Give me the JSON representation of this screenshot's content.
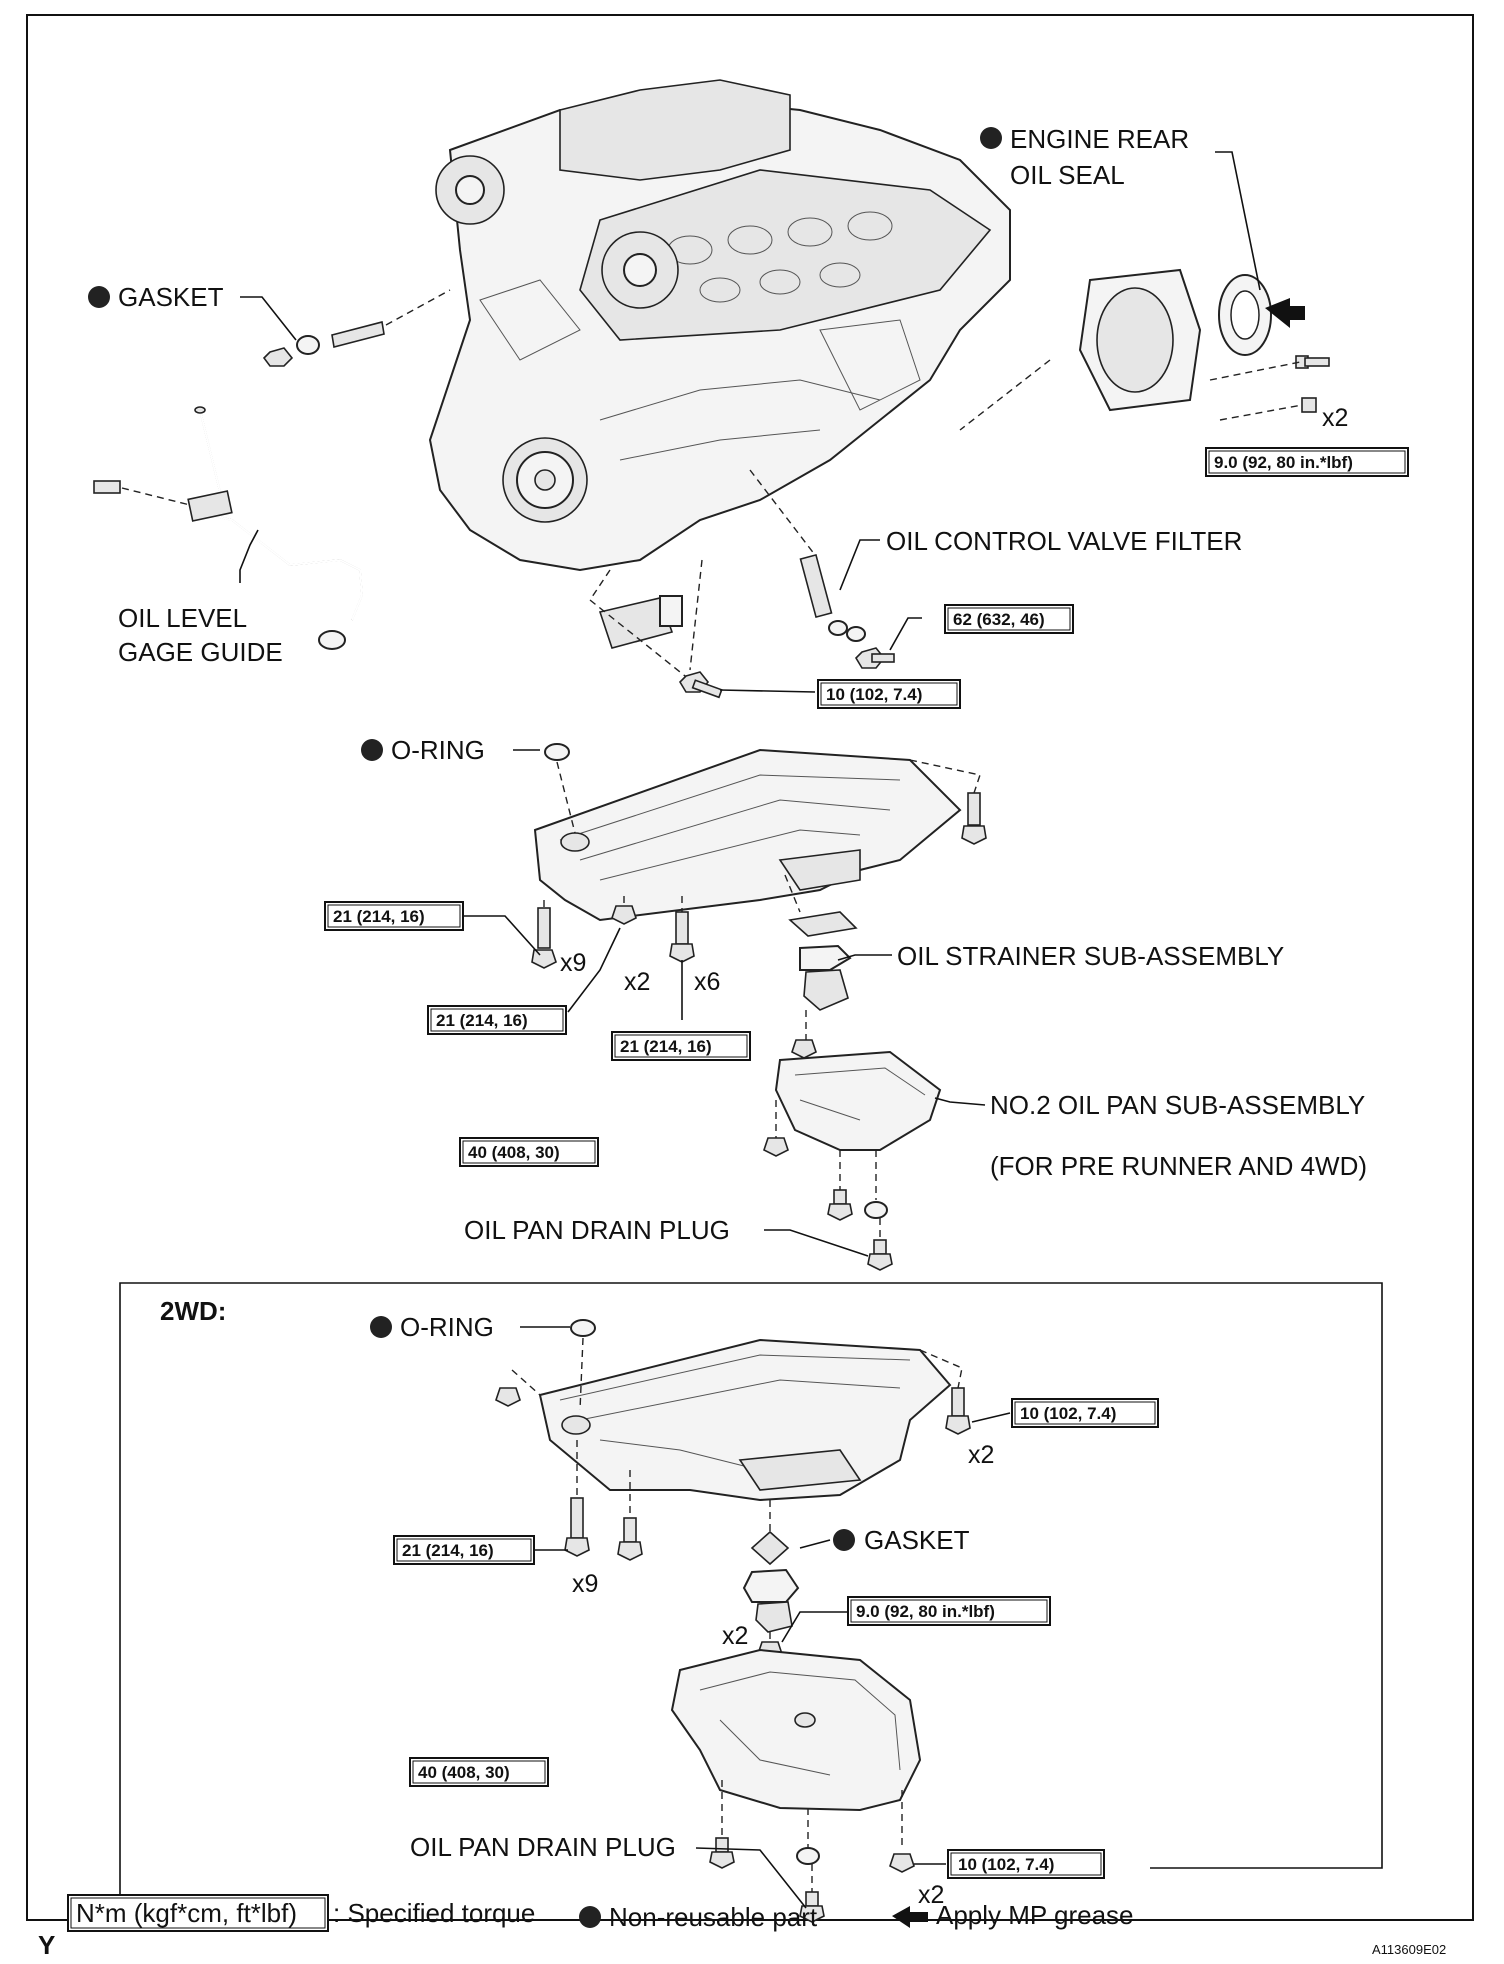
{
  "labels": {
    "engine_rear_oil_seal_1": "ENGINE REAR",
    "engine_rear_oil_seal_2": "OIL SEAL",
    "gasket_top": "GASKET",
    "oil_level_gage_guide_1": "OIL LEVEL",
    "oil_level_gage_guide_2": "GAGE GUIDE",
    "oil_control_valve_filter": "OIL CONTROL VALVE FILTER",
    "o_ring_top": "O-RING",
    "oil_strainer": "OIL STRAINER SUB-ASSEMBLY",
    "no2_oil_pan_1": "NO.2 OIL PAN SUB-ASSEMBLY",
    "no2_oil_pan_2": "(FOR PRE RUNNER AND 4WD)",
    "drain_plug_top": "OIL PAN DRAIN PLUG",
    "section_2wd": "2WD:",
    "o_ring_2wd": "O-RING",
    "gasket_2wd": "GASKET",
    "drain_plug_2wd": "OIL PAN DRAIN PLUG"
  },
  "torques": {
    "rear_seal": "9.0 (92, 80 in.*lbf)",
    "ocv_62": "62 (632, 46)",
    "ocv_10": "10 (102, 7.4)",
    "pan_21_a": "21 (214, 16)",
    "pan_21_b": "21 (214, 16)",
    "pan_21_c": "21 (214, 16)",
    "drain_40": "40 (408, 30)",
    "wd2_10_a": "10 (102, 7.4)",
    "wd2_21": "21 (214, 16)",
    "wd2_9": "9.0 (92, 80 in.*lbf)",
    "wd2_40": "40 (408, 30)",
    "wd2_10_b": "10 (102, 7.4)"
  },
  "counts": {
    "rear_seal_x2": "x2",
    "pan_x9": "x9",
    "pan_x2": "x2",
    "pan_x6": "x6",
    "wd2_x2_a": "x2",
    "wd2_x9": "x9",
    "wd2_x2_b": "x2",
    "wd2_x2_c": "x2"
  },
  "legend": {
    "torque_unit": "N*m (kgf*cm, ft*lbf)",
    "torque_desc": ": Specified torque",
    "non_reusable": "Non-reusable part",
    "apply_grease": "Apply MP grease",
    "non_reusable_icon": "filled-circle-icon",
    "grease_icon": "arrow-left-icon"
  },
  "corner_left": "Y",
  "figure_code": "A113609E02"
}
